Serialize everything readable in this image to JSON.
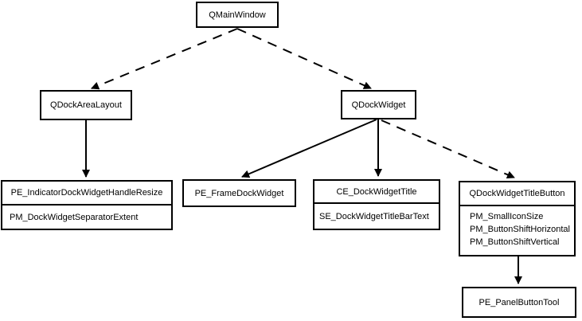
{
  "diagram": {
    "colors": {
      "background": "#ffffff",
      "box_fill": "#ffffff",
      "box_border": "#000000",
      "line": "#000000",
      "text": "#000000"
    },
    "nodes": {
      "qmainwindow": {
        "label": "QMainWindow"
      },
      "qdockarealayout": {
        "label": "QDockAreaLayout"
      },
      "qdockwidget": {
        "label": "QDockWidget"
      },
      "dock_area_styles": {
        "title": "PE_IndicatorDockWidgetHandleResize",
        "items": [
          "PM_DockWidgetSeparatorExtent"
        ]
      },
      "pe_framedockwidget": {
        "label": "PE_FrameDockWidget"
      },
      "dock_title_styles": {
        "title": "CE_DockWidgetTitle",
        "items": [
          "SE_DockWidgetTitleBarText"
        ]
      },
      "title_button_styles": {
        "title": "QDockWidgetTitleButton",
        "items": [
          "PM_SmallIconSize",
          "PM_ButtonShiftHorizontal",
          "PM_ButtonShiftVertical"
        ]
      },
      "pe_panelbuttontool": {
        "label": "PE_PanelButtonTool"
      }
    },
    "edges": [
      {
        "from": "QMainWindow",
        "to": "QDockAreaLayout",
        "style": "dashed"
      },
      {
        "from": "QMainWindow",
        "to": "QDockWidget",
        "style": "dashed"
      },
      {
        "from": "QDockAreaLayout",
        "to": "PE_IndicatorDockWidgetHandleResize",
        "style": "solid"
      },
      {
        "from": "QDockWidget",
        "to": "PE_FrameDockWidget",
        "style": "solid"
      },
      {
        "from": "QDockWidget",
        "to": "CE_DockWidgetTitle",
        "style": "solid"
      },
      {
        "from": "QDockWidget",
        "to": "QDockWidgetTitleButton",
        "style": "dashed"
      },
      {
        "from": "QDockWidgetTitleButton",
        "to": "PE_PanelButtonTool",
        "style": "solid"
      }
    ]
  }
}
